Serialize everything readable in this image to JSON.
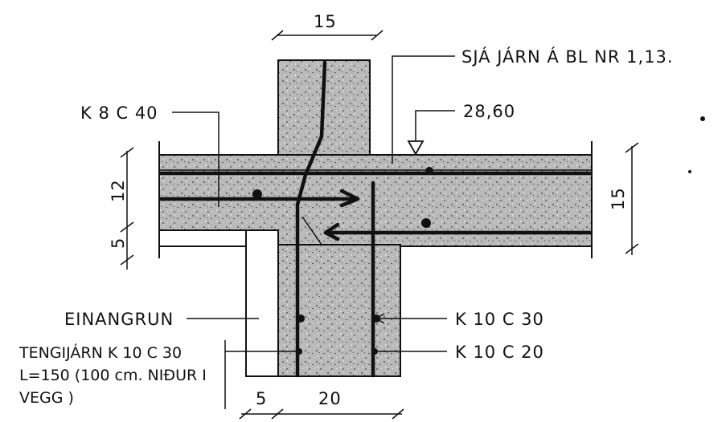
{
  "dimensions": {
    "top_width": "15",
    "slab_upper": "12",
    "slab_lower": "5",
    "slab_right": "15",
    "bottom_insulation": "5",
    "bottom_wall": "20"
  },
  "callouts": {
    "see_rebar": "SJÁ JÁRN  Á BL  NR 1,13.",
    "level": "28,60",
    "top_bar": "K 8 C  40",
    "insulation": "EINANGRUN",
    "connector_line1": "TENGIJÁRN  K 10 C  30",
    "connector_line2": "L=150 (100 cm. NIÐUR  I",
    "connector_line3": "VEGG )",
    "wall_bar_upper": "K 10 C  30",
    "wall_bar_lower": "K 10 C  20"
  },
  "colors": {
    "ink": "#111111",
    "concrete": "#b9b9b9",
    "paper": "#ffffff"
  }
}
